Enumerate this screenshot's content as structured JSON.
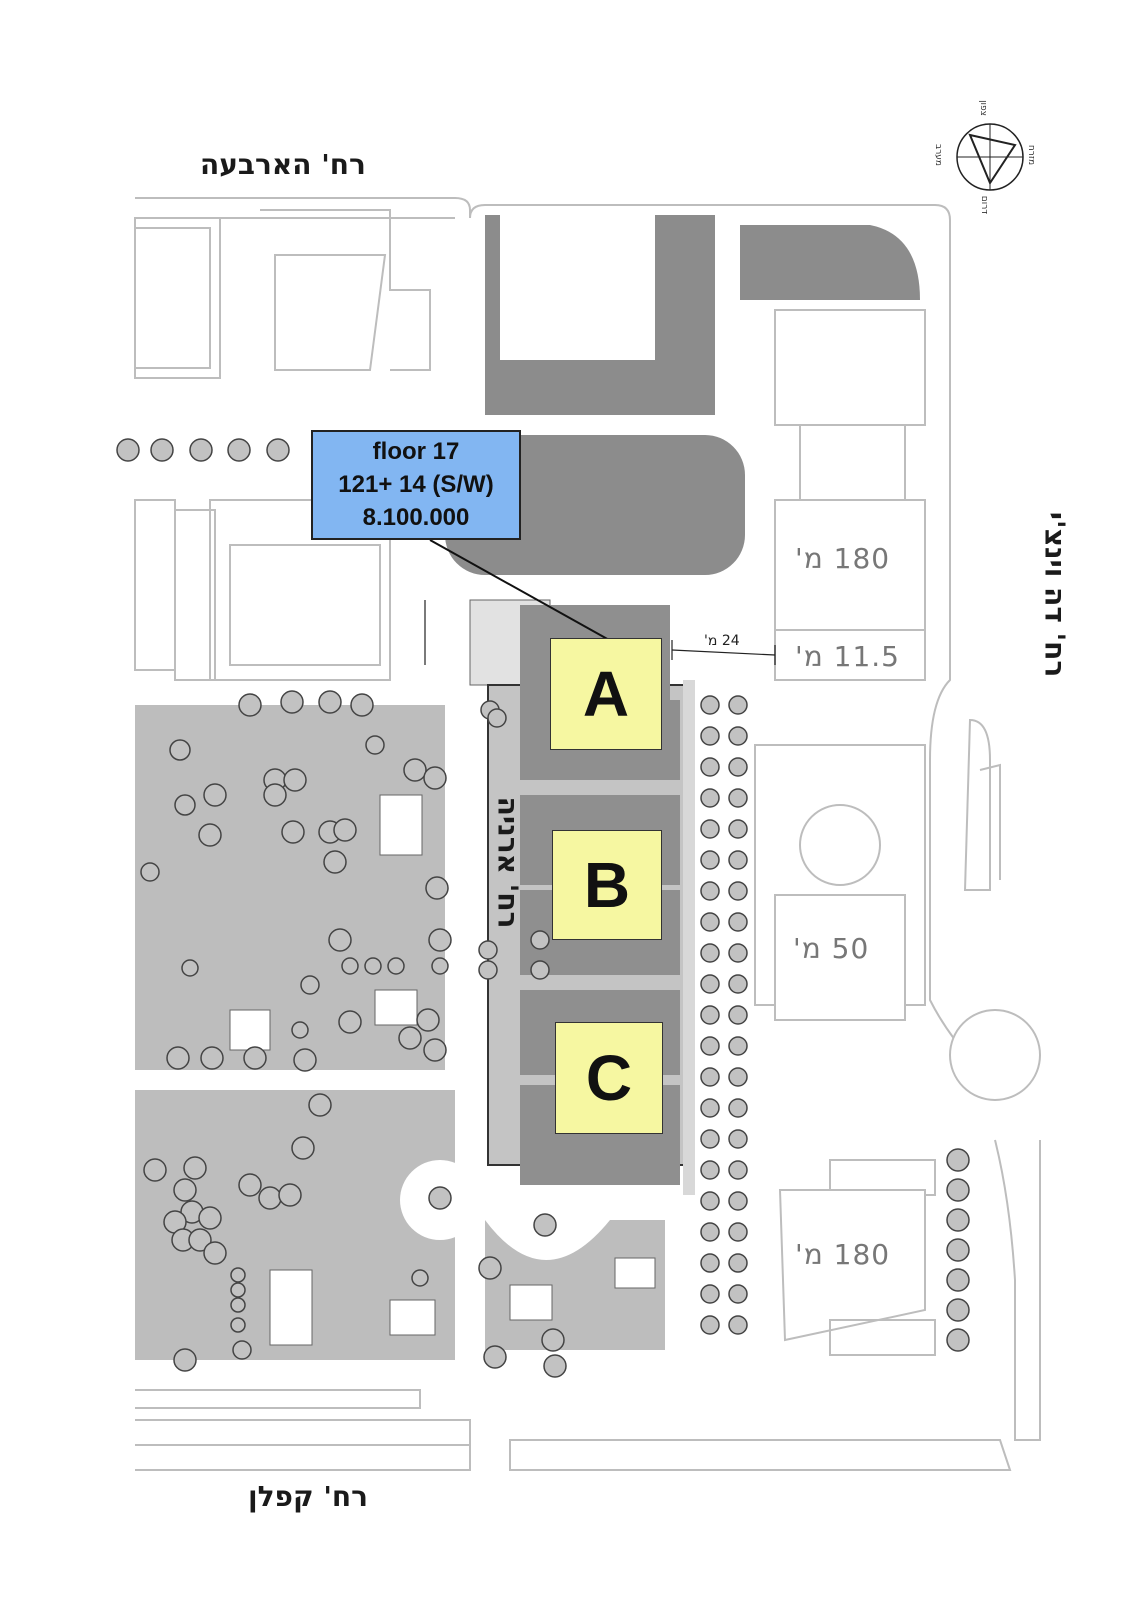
{
  "streets": {
    "top": "רח' הארבעה",
    "bottom": "רח' קפלן",
    "right": "רח' דה וינצ'י",
    "center": "רח' ארניה"
  },
  "callout": {
    "line1": "floor 17",
    "line2": "121+ 14 (S/W)",
    "line3": "8.100.000"
  },
  "buildings": [
    {
      "label": "A"
    },
    {
      "label": "B"
    },
    {
      "label": "C"
    }
  ],
  "dimensions": {
    "d180_top": "180 מ'",
    "d115": "11.5 מ'",
    "d24": "24 מ'",
    "d50": "50 מ'",
    "d180_bottom": "180 מ'"
  },
  "compass": {
    "north": "צפון",
    "south": "דרום",
    "east": "מזרח",
    "west": "מערב"
  },
  "colors": {
    "callout_fill": "#82b6f2",
    "building_fill": "#f6f7a1",
    "park_fill": "#bdbdbd",
    "dark_block": "#8c8c8c"
  }
}
